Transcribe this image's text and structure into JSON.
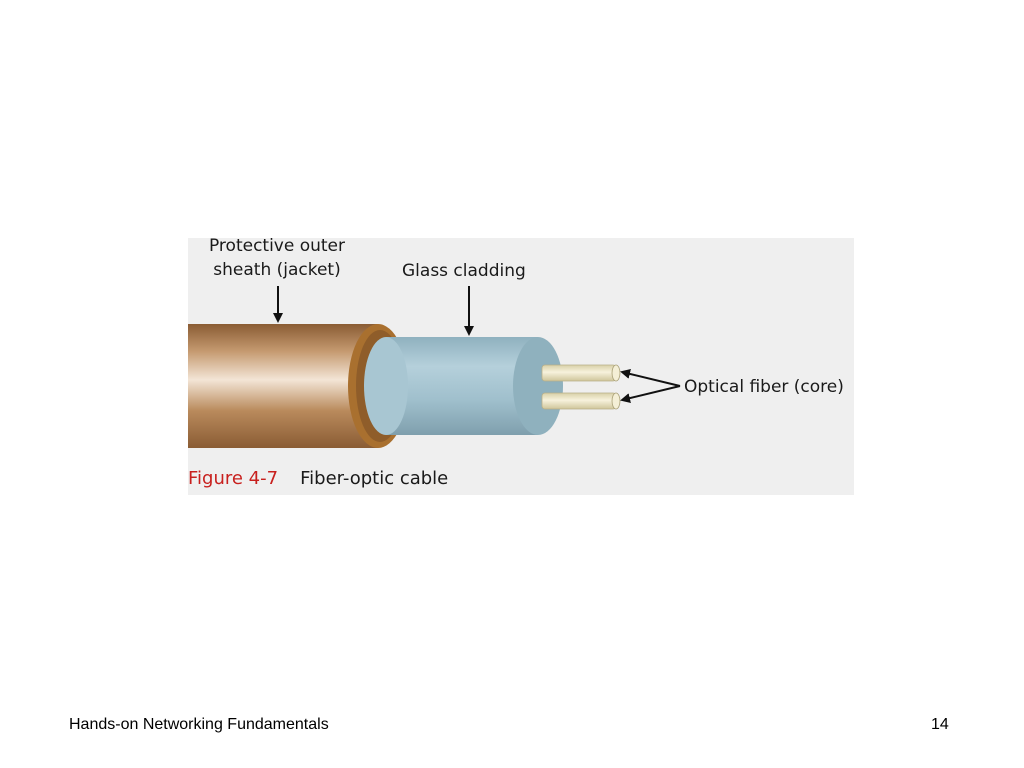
{
  "figure": {
    "label_jacket": "Protective outer\nsheath (jacket)",
    "label_cladding": "Glass cladding",
    "label_core": "Optical fiber (core)",
    "caption_number": "Figure 4-7",
    "caption_text": "Fiber-optic cable"
  },
  "footer": {
    "title": "Hands-on Networking Fundamentals",
    "page_number": "14"
  },
  "colors": {
    "panel_background": "#efefef",
    "jacket": "#a9774a",
    "cladding": "#9fbfcc",
    "core": "#ece6c2",
    "caption_number": "#c8201e"
  }
}
